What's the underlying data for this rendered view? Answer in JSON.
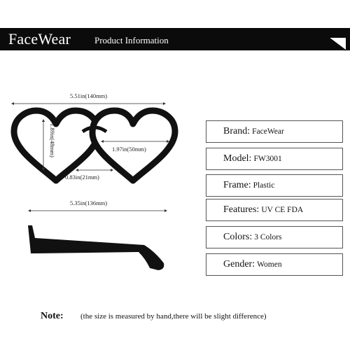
{
  "header": {
    "brand": "FaceWear",
    "subtitle": "Product Information"
  },
  "dimensions": {
    "total_width": "5.51in(140mm)",
    "lens_height": "1.89in(48mm)",
    "lens_width": "1.97in(50mm)",
    "bridge": "0.83in(21mm)",
    "temple_span": "5.35in(136mm)"
  },
  "specs": [
    {
      "key": "Brand:",
      "value": "FaceWear"
    },
    {
      "key": "Model:",
      "value": "FW3001"
    },
    {
      "key": "Frame:",
      "value": "Plastic"
    },
    {
      "key": "Features:",
      "value": "UV CE FDA"
    },
    {
      "key": "Colors:",
      "value": "3 Colors"
    },
    {
      "key": "Gender:",
      "value": "Women"
    }
  ],
  "note": {
    "label": "Note:",
    "text": "(the size is measured by hand,there will be slight difference)"
  }
}
